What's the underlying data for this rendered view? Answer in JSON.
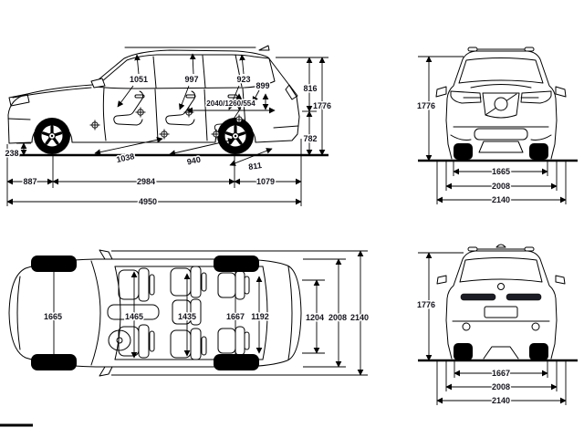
{
  "style": {
    "background": "#ffffff",
    "line_color": "#000000",
    "label_color": "#14141d"
  },
  "side_view": {
    "headroom_front": "1051",
    "headroom_middle": "997",
    "headroom_rear": "923",
    "cargo_height": "899",
    "cargo_length": "2040/1260/554",
    "tailgate_opening_height": "816",
    "overall_height": "1776",
    "loading_floor_height": "782",
    "ground_clearance": "238",
    "legroom_front": "1038",
    "legroom_middle": "940",
    "legroom_rear": "811",
    "front_overhang": "887",
    "wheelbase": "2984",
    "rear_overhang": "1079",
    "overall_length": "4950"
  },
  "front_view": {
    "overall_height": "1776",
    "track_front": "1665",
    "body_width": "2008",
    "width_incl_mirrors": "2140"
  },
  "top_view": {
    "track_front": "1665",
    "shoulder_room_front": "1465",
    "shoulder_room_middle": "1435",
    "track_rear": "1667",
    "shoulder_room_rear": "1192",
    "cargo_width": "1204",
    "body_width": "2008",
    "width_incl_mirrors": "2140"
  },
  "rear_view": {
    "overall_height": "1776",
    "track_rear": "1667",
    "body_width": "2008",
    "width_incl_mirrors": "2140"
  }
}
